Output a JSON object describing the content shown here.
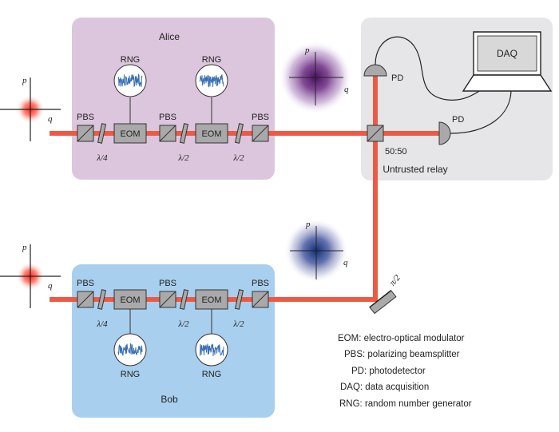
{
  "colors": {
    "alice_panel": "#dcc6dd",
    "bob_panel": "#a9cfee",
    "relay_panel": "#e6e6e8",
    "beam": "#ec5a45",
    "component": "#a9a9a9",
    "alice_state": "#5c1a6b",
    "bob_state": "#1a4a8c",
    "input_state": "#ff3b30",
    "noise": "#3a6fb5"
  },
  "alice": {
    "title": "Alice",
    "pbs1": "PBS",
    "pbs2": "PBS",
    "pbs3": "PBS",
    "eom1": "EOM",
    "eom2": "EOM",
    "rng1": "RNG",
    "rng2": "RNG",
    "wp1": "λ/4",
    "wp2": "λ/2",
    "wp3": "λ/2"
  },
  "bob": {
    "title": "Bob",
    "pbs1": "PBS",
    "pbs2": "PBS",
    "pbs3": "PBS",
    "eom1": "EOM",
    "eom2": "EOM",
    "rng1": "RNG",
    "rng2": "RNG",
    "wp1": "λ/4",
    "wp2": "λ/2",
    "wp3": "λ/2"
  },
  "relay": {
    "title": "Untrusted relay",
    "bs": "50:50",
    "pd_top": "PD",
    "pd_right": "PD",
    "daq": "DAQ"
  },
  "axes": {
    "p": "p",
    "q": "q"
  },
  "mirror": {
    "phase": "π/2"
  },
  "legend": [
    "EOM: electro-optical modulator",
    "PBS: polarizing beamsplitter",
    "PD: photodetector",
    "DAQ: data acquisition",
    "RNG: random number generator"
  ]
}
